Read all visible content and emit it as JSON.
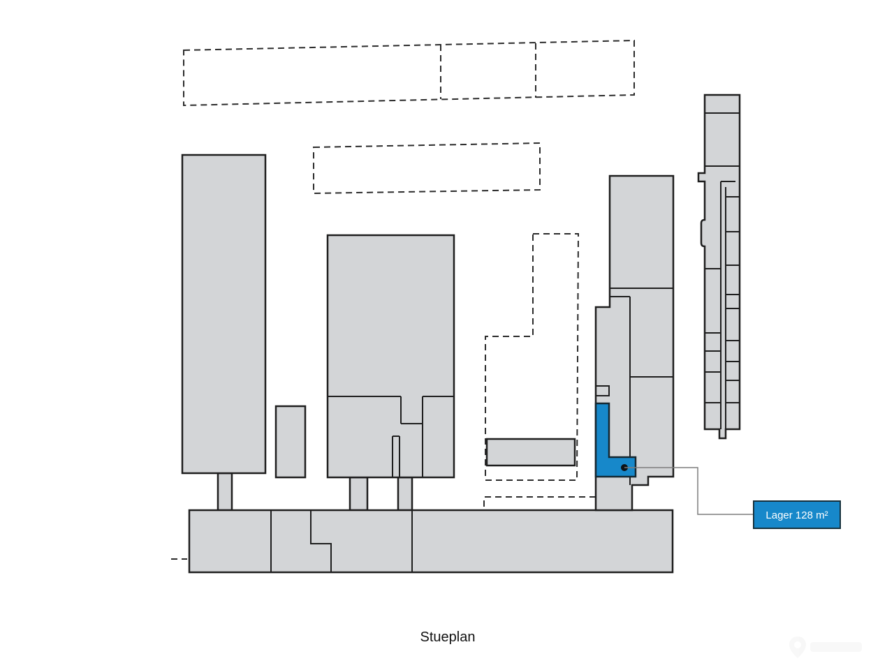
{
  "plan": {
    "title": "Stueplan",
    "unit_label": "Lager 128 m²",
    "unit_name": "Lager",
    "unit_area_m2": "128"
  },
  "colors": {
    "highlight_blue": "#1788ca",
    "label_border": "#16313d",
    "building_fill": "#d3d5d7",
    "outline": "#1e1e1e",
    "dashed_outline": "#2b2b2b",
    "leader_line": "#7d7d7d",
    "label_text": "#ffffff",
    "background": "#ffffff"
  },
  "icons": {
    "watermark_icon": "map-pin-icon"
  }
}
